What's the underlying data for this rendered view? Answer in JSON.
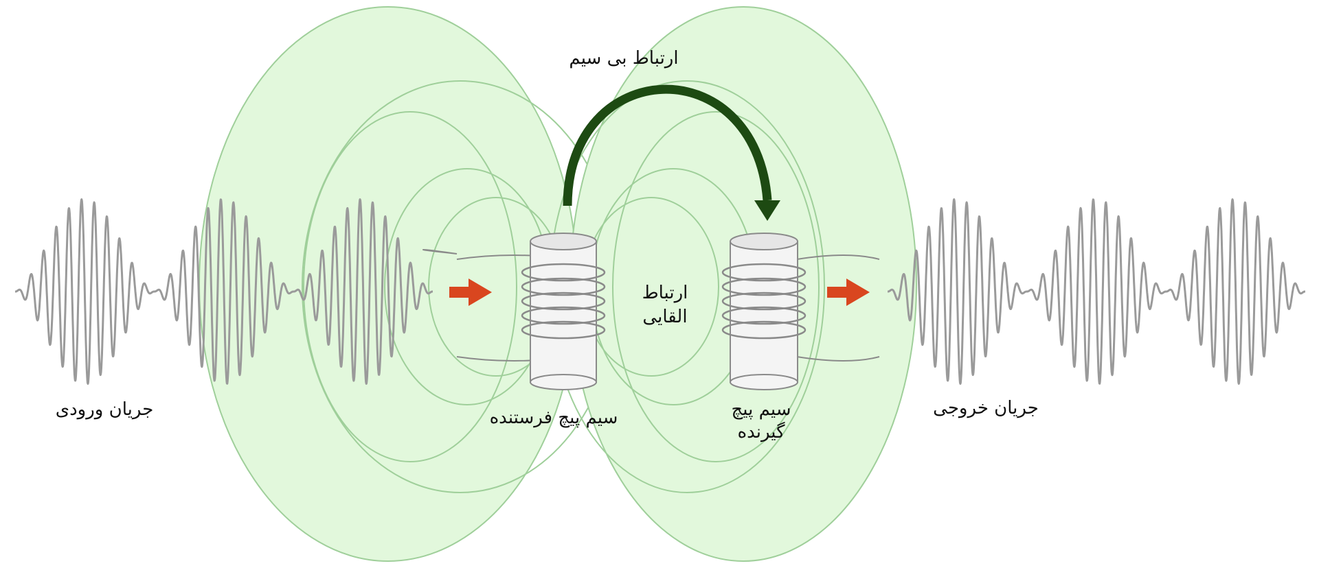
{
  "labels": {
    "input_current": "جریان ورودی",
    "output_current": "جریان خروجی",
    "transmitter_coil": "سیم پیچ فرستنده",
    "receiver_coil_line1": "سیم پیچ",
    "receiver_coil_line2": "گیرنده",
    "wireless_link": "ارتباط بی سیم",
    "inductive_link_line1": "ارتباط",
    "inductive_link_line2": "القایی"
  },
  "colors": {
    "field_fill": "#e2f8dc",
    "field_line": "#9fcf9a",
    "wave": "#9a9a9a",
    "arrow_red": "#d9461f",
    "arrow_green": "#1d4a12",
    "coil_body": "#f4f4f4",
    "coil_wire": "#8a8a8a"
  },
  "icons": {
    "input_arrow": "right-arrow-icon",
    "output_arrow": "right-arrow-icon",
    "link_arrow": "curved-arrow-icon"
  }
}
